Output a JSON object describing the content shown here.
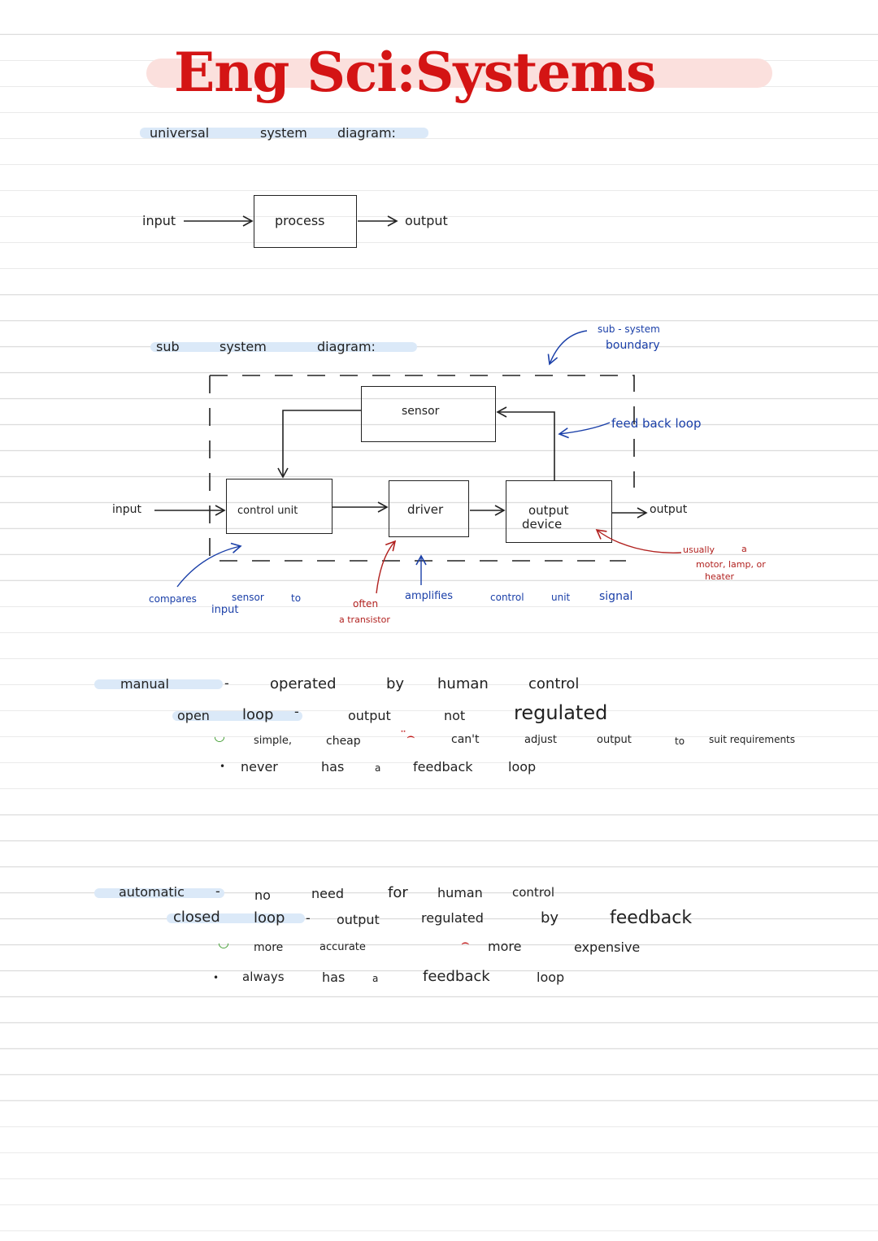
{
  "title": "Eng Sci:Systems",
  "universal": {
    "heading": [
      "universal",
      "system",
      "diagram:"
    ],
    "input": "input",
    "process": "process",
    "output": "output"
  },
  "subsystem": {
    "heading": [
      "sub",
      "system",
      "diagram:"
    ],
    "boundary_label": [
      "sub - system",
      "boundary"
    ],
    "feedback_label": "feed back loop",
    "input": "input",
    "output": "output",
    "blocks": {
      "sensor": "sensor",
      "control_unit": "control  unit",
      "driver": "driver",
      "output_device": [
        "output",
        "device"
      ]
    },
    "notes": {
      "compares": [
        "compares",
        "sensor",
        "to",
        "input"
      ],
      "often": [
        "often",
        "a transistor"
      ],
      "amplifies": [
        "amplifies",
        "control",
        "unit",
        "signal"
      ],
      "usually": [
        "usually",
        "a",
        "motor, lamp, or",
        "heater"
      ]
    }
  },
  "manual": {
    "line1": [
      "manual",
      "-",
      "operated",
      "by",
      "human",
      "control"
    ],
    "line2": [
      "open",
      "loop",
      "-",
      "output",
      "not",
      "regulated"
    ],
    "line3": [
      "simple,",
      "cheap",
      "can't",
      "adjust",
      "output",
      "to",
      "suit requirements"
    ],
    "line4": [
      "never",
      "has",
      "a",
      "feedback",
      "loop"
    ],
    "smile": "◡",
    "frown": "̈⌢",
    "bullet": "•"
  },
  "automatic": {
    "line1": [
      "automatic",
      "-",
      "no",
      "need",
      "for",
      "human",
      "control"
    ],
    "line2": [
      "closed",
      "loop",
      "-",
      "output",
      "regulated",
      "by",
      "feedback"
    ],
    "line3": [
      "more",
      "accurate",
      "more",
      "expensive"
    ],
    "line4": [
      "always",
      "has",
      "a",
      "feedback",
      "loop"
    ],
    "smile": "◡",
    "frown": "⌢",
    "bullet": "•"
  }
}
